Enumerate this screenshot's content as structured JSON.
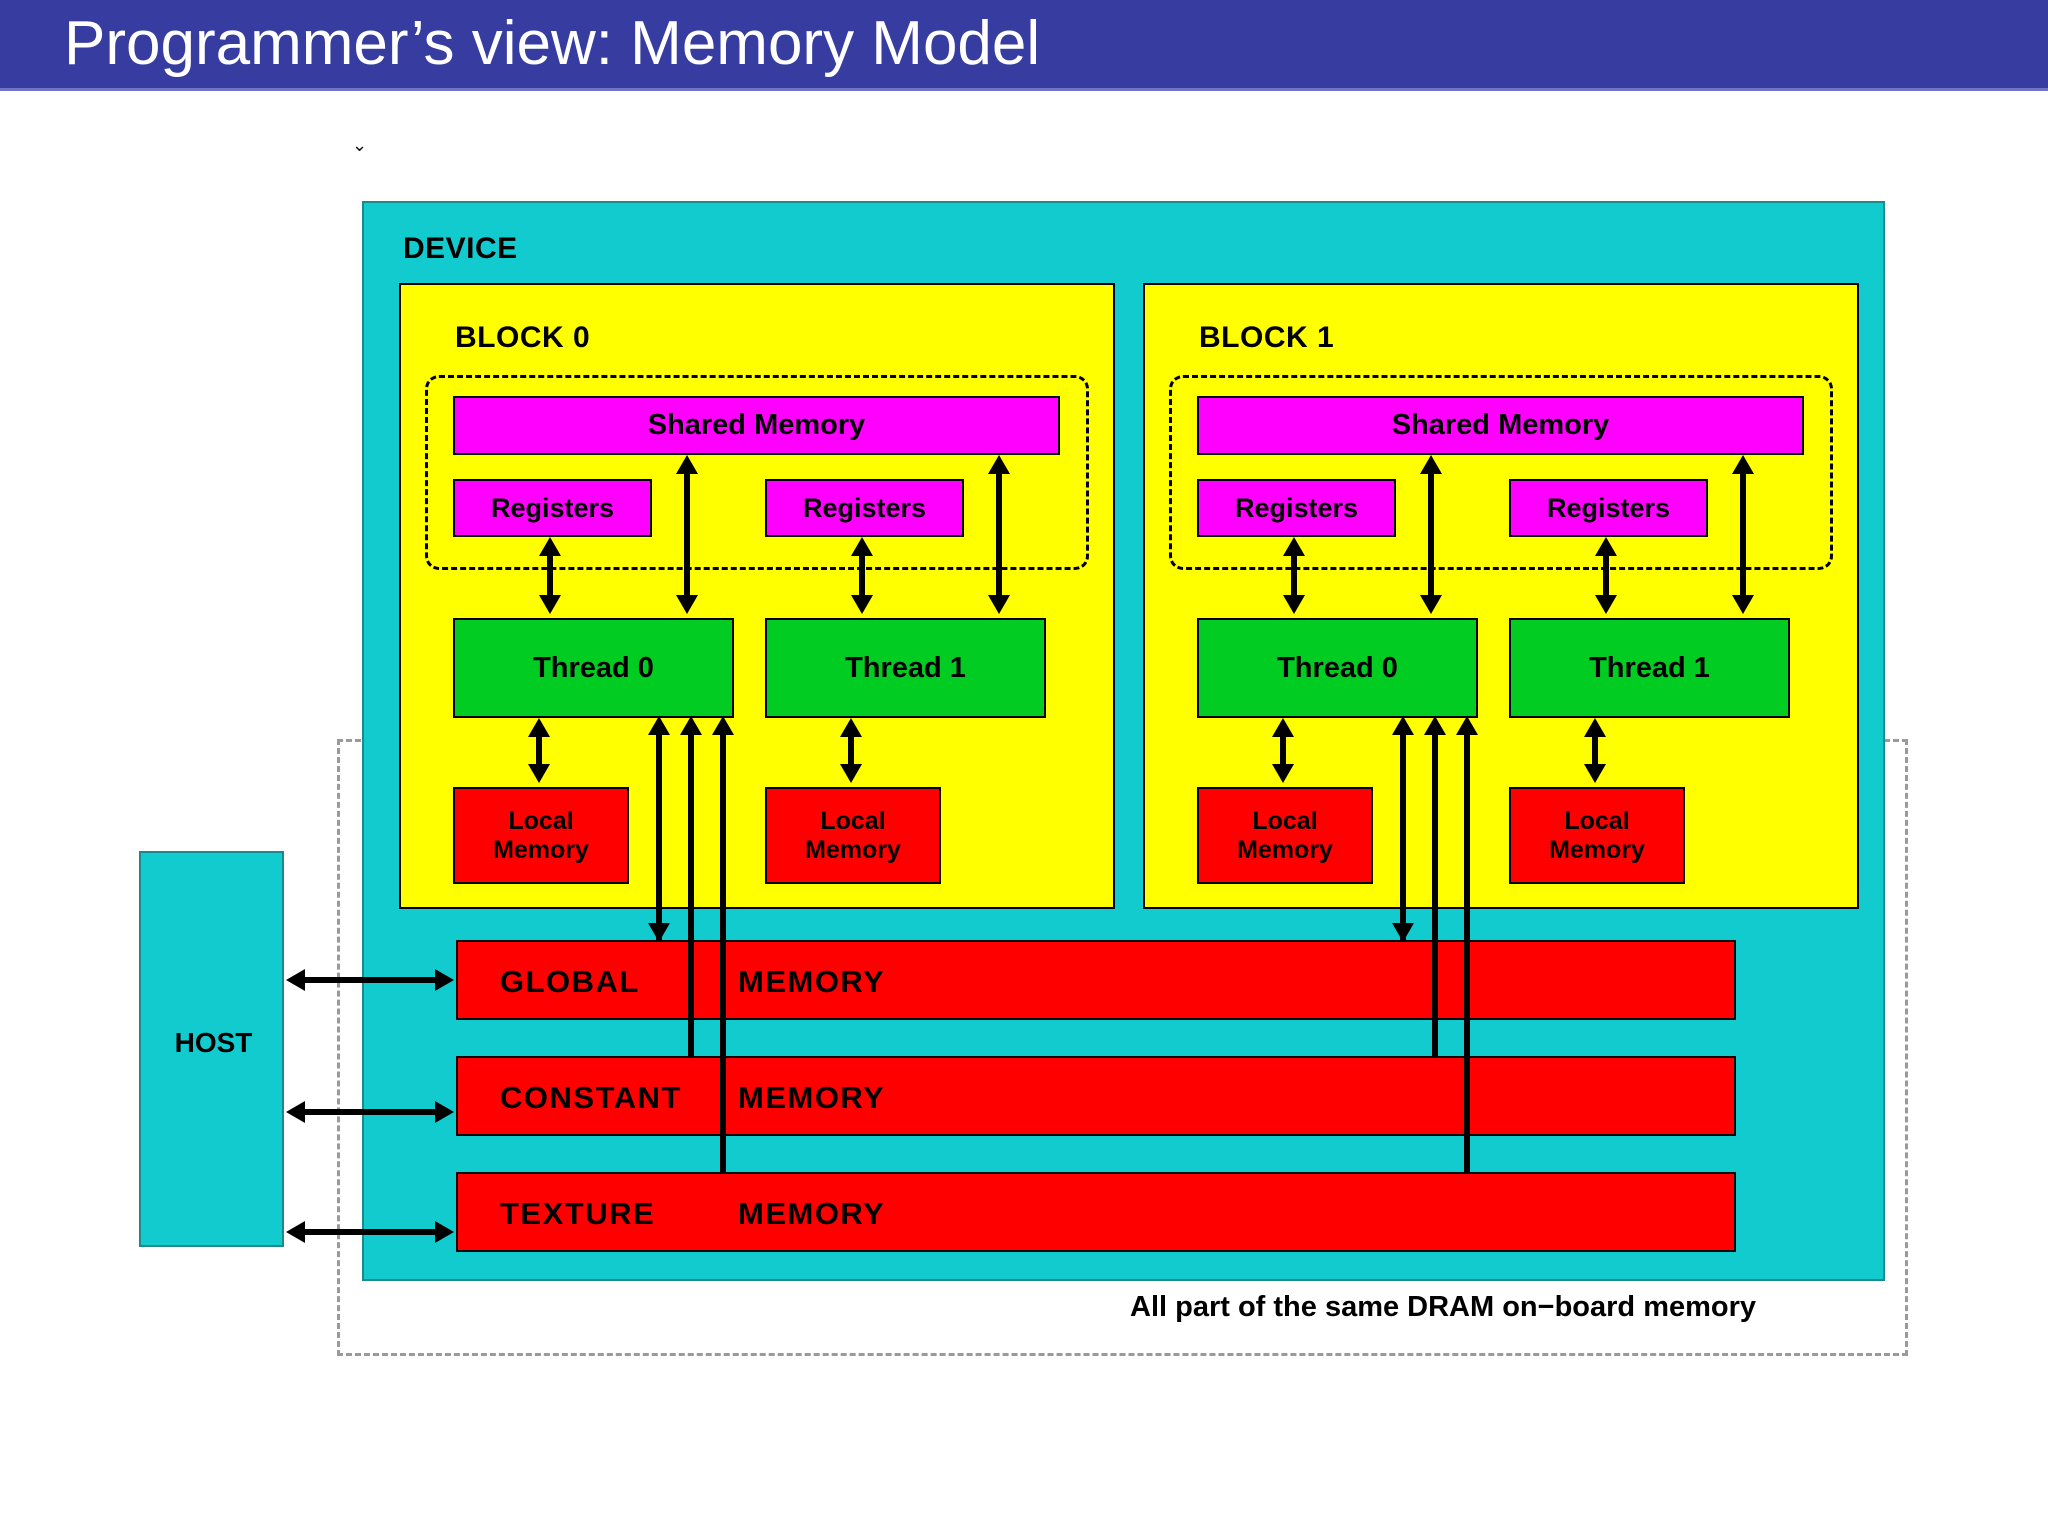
{
  "slide": {
    "title": "Programmer’s view: Memory Model"
  },
  "colors": {
    "title_bar": "#373ca0",
    "device": "#12cbcf",
    "host": "#12cbcf",
    "block": "#ffff00",
    "shared_memory": "#ff00ff",
    "registers": "#ff00ff",
    "thread": "#00cc22",
    "local_memory": "#ff0000",
    "global_memory": "#ff0000",
    "outline": "#000000",
    "dashed_enclosure": "#9a9a9a"
  },
  "host": {
    "label": "HOST"
  },
  "device": {
    "label": "DEVICE",
    "blocks": [
      {
        "label": "BLOCK 0",
        "shared_memory": "Shared Memory",
        "registers": [
          "Registers",
          "Registers"
        ],
        "threads": [
          "Thread 0",
          "Thread 1"
        ],
        "local_memory": [
          {
            "line1": "Local",
            "line2": "Memory"
          },
          {
            "line1": "Local",
            "line2": "Memory"
          }
        ]
      },
      {
        "label": "BLOCK 1",
        "shared_memory": "Shared Memory",
        "registers": [
          "Registers",
          "Registers"
        ],
        "threads": [
          "Thread 0",
          "Thread 1"
        ],
        "local_memory": [
          {
            "line1": "Local",
            "line2": "Memory"
          },
          {
            "line1": "Local",
            "line2": "Memory"
          }
        ]
      }
    ],
    "memories": [
      {
        "kind": "GLOBAL",
        "word": "MEMORY"
      },
      {
        "kind": "CONSTANT",
        "word": "MEMORY"
      },
      {
        "kind": "TEXTURE",
        "word": "MEMORY"
      }
    ]
  },
  "annotation": {
    "dram_caption": "All part of the same DRAM on−board memory"
  }
}
